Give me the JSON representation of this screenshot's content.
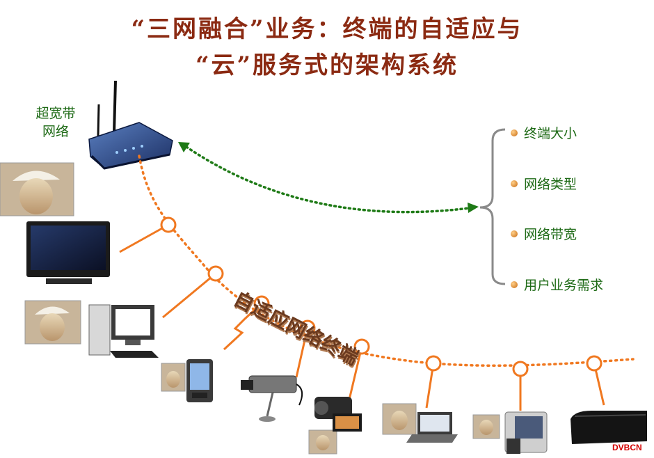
{
  "title": {
    "line1": "“三网融合”业务：终端的自适应与",
    "line2": "“云”服务式的架构系统"
  },
  "network": {
    "label_line1": "超宽带",
    "label_line2": "网络"
  },
  "categories": [
    {
      "label": "终端大小"
    },
    {
      "label": "网络类型"
    },
    {
      "label": "网络带宽"
    },
    {
      "label": "用户业务需求"
    }
  ],
  "curve_label": "自适应网络终端",
  "watermark": "DVBCN",
  "colors": {
    "title": "#8b2a12",
    "label_green": "#1e6a16",
    "curve_orange": "#f07820",
    "arrow_green": "#1e7a16",
    "brace_gray": "#8a8a8a"
  },
  "devices": [
    {
      "icon": "tv-icon"
    },
    {
      "icon": "desktop-pc-icon"
    },
    {
      "icon": "pda-icon"
    },
    {
      "icon": "security-camera-icon"
    },
    {
      "icon": "camcorder-icon"
    },
    {
      "icon": "laptop-icon"
    },
    {
      "icon": "video-phone-icon"
    },
    {
      "icon": "set-top-box-icon"
    }
  ]
}
